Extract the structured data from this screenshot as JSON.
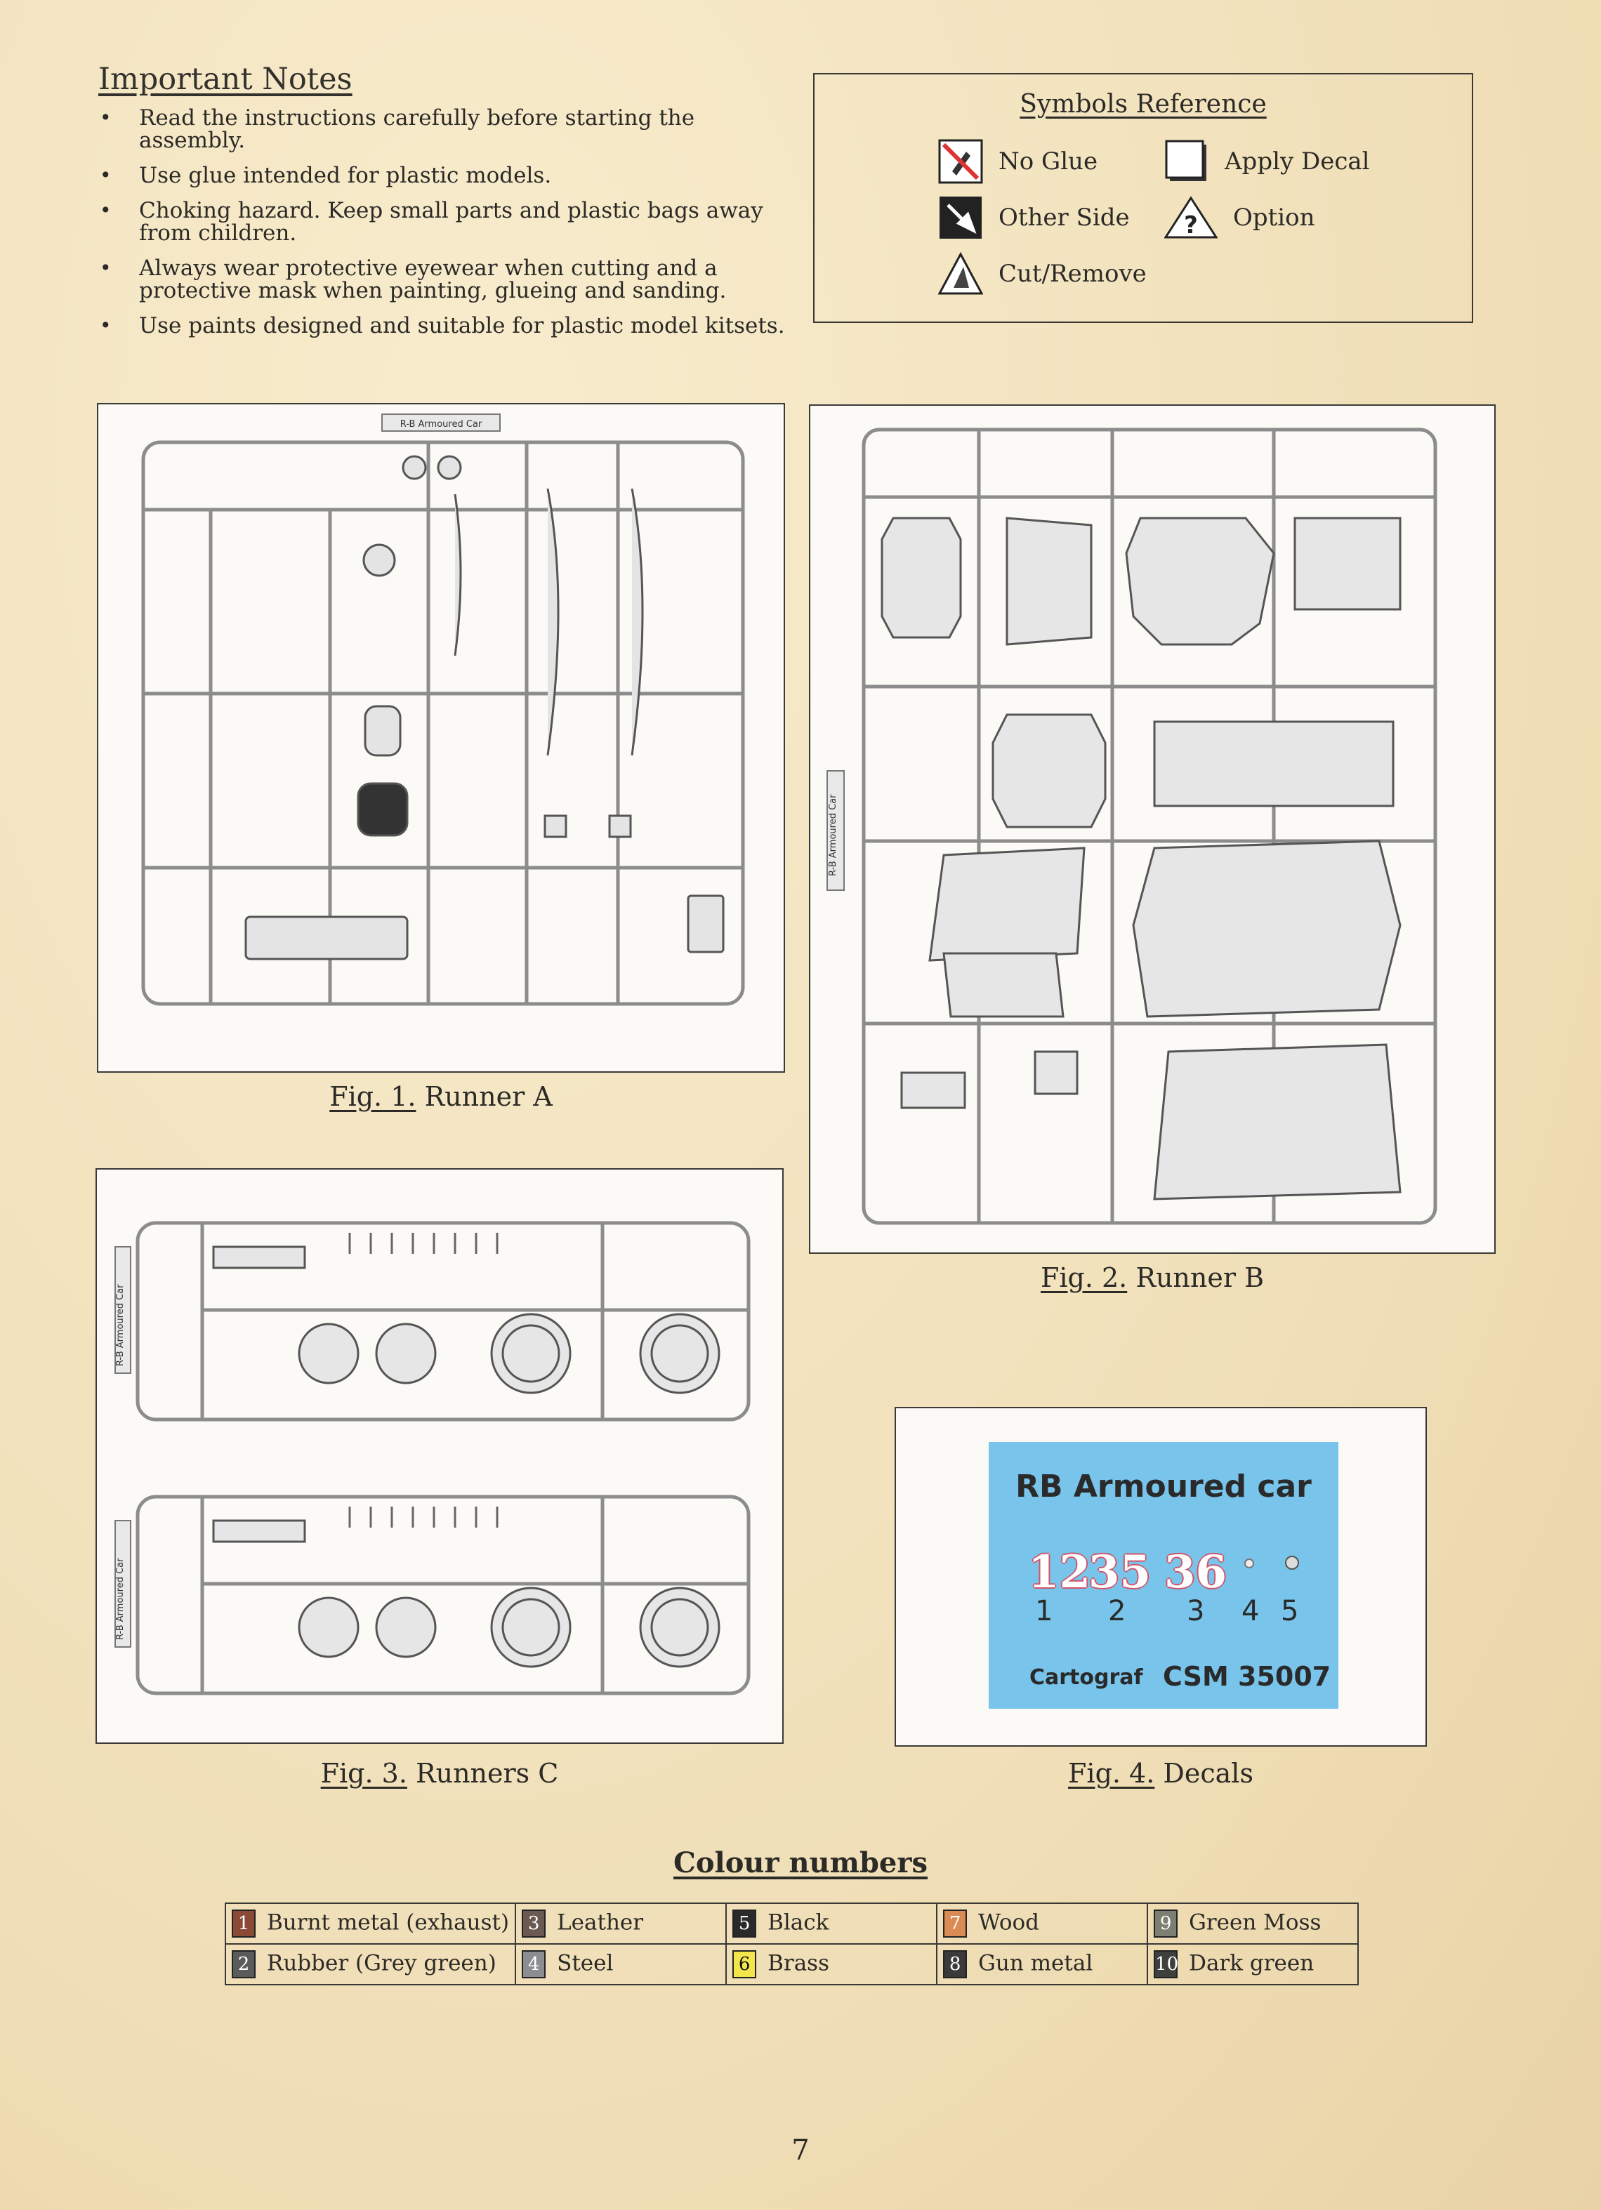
{
  "notes": {
    "title": "Important Notes",
    "items": [
      "Read the instructions carefully before starting the assembly.",
      "Use glue intended for plastic models.",
      "Choking hazard. Keep small parts and plastic bags away from children.",
      "Always wear protective eyewear when cutting and a protective mask when painting, glueing and sanding.",
      "Use paints designed and suitable for plastic model kitsets."
    ]
  },
  "symbols": {
    "title": "Symbols Reference",
    "no_glue": "No Glue",
    "other_side": "Other Side",
    "cut_remove": "Cut/Remove",
    "apply_decal": "Apply Decal",
    "option": "Option",
    "option_glyph": "?"
  },
  "figures": {
    "fig1": {
      "number": "Fig. 1.",
      "label": "Runner A",
      "runner_tag": "R-B Armoured Car",
      "runner_letter": "A"
    },
    "fig2": {
      "number": "Fig. 2.",
      "label": "Runner B",
      "runner_tag": "R-B Armoured Car",
      "runner_letter": "B"
    },
    "fig3": {
      "number": "Fig. 3.",
      "label": "Runners C",
      "runner_tag": "R-B Armoured Car",
      "runner_letter": "C"
    },
    "fig4": {
      "number": "Fig. 4.",
      "label": "Decals"
    }
  },
  "decals": {
    "title": "RB Armoured car",
    "numbers": [
      "12",
      "35",
      "36"
    ],
    "indices": [
      "1",
      "2",
      "3",
      "4",
      "5"
    ],
    "brand": "Cartograf",
    "code": "CSM 35007"
  },
  "colours": {
    "title": "Colour numbers",
    "rows": [
      [
        {
          "num": "1",
          "name": "Burnt metal (exhaust)",
          "color": "#8a4a37"
        },
        {
          "num": "3",
          "name": "Leather",
          "color": "#6a5a52"
        },
        {
          "num": "5",
          "name": "Black",
          "color": "#2a2a2a"
        },
        {
          "num": "7",
          "name": "Wood",
          "color": "#d98a55"
        },
        {
          "num": "9",
          "name": "Green Moss",
          "color": "#7c7f71"
        }
      ],
      [
        {
          "num": "2",
          "name": "Rubber (Grey green)",
          "color": "#5a5c5c"
        },
        {
          "num": "4",
          "name": "Steel",
          "color": "#8b8d90"
        },
        {
          "num": "6",
          "name": "Brass",
          "color": "#f2e64c"
        },
        {
          "num": "8",
          "name": "Gun metal",
          "color": "#3a3a3a"
        },
        {
          "num": "10",
          "name": "Dark green",
          "color": "#3d403c"
        }
      ]
    ]
  },
  "page_number": "7"
}
